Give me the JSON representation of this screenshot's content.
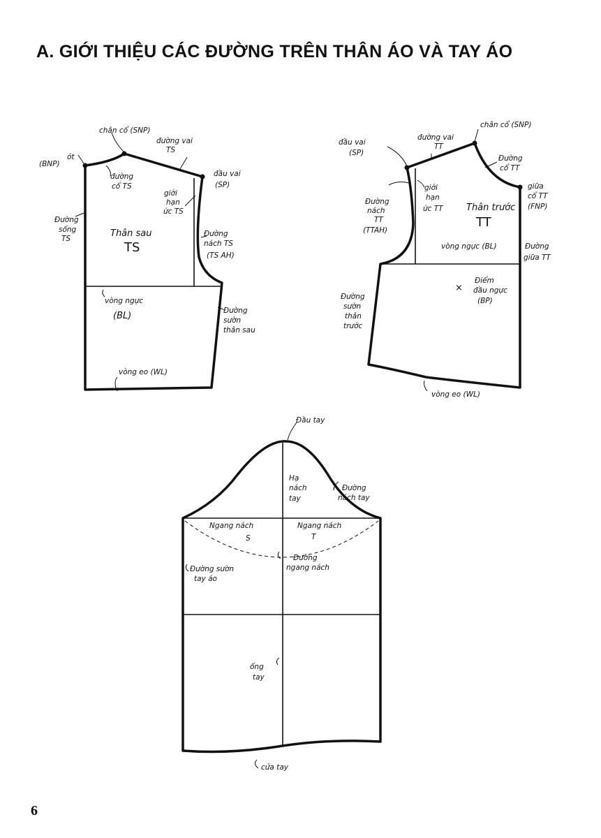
{
  "title": "A. GIỚI THIỆU CÁC ĐƯỜNG TRÊN THÂN ÁO VÀ TAY ÁO",
  "page_number": "6",
  "back_bodice": {
    "snp": "chân cổ (SNP)",
    "bnp_1": "ót",
    "bnp_2": "(BNP)",
    "shoulder_1": "đường vai",
    "shoulder_2": "TS",
    "sp_1": "đầu vai",
    "sp_2": "(SP)",
    "neck_1": "đường",
    "neck_2": "cổ TS",
    "limit_1": "giới",
    "limit_2": "hạn",
    "limit_3": "ức TS",
    "cb_1": "Đường",
    "cb_2": "sống",
    "cb_3": "TS",
    "name_1": "Thân sau",
    "name_2": "TS",
    "ah_1": "Đường",
    "ah_2": "nách TS",
    "ah_3": "(TS AH)",
    "bl_1": "vòng ngực",
    "bl_2": "(BL)",
    "side_1": "Đường",
    "side_2": "sườn",
    "side_3": "thân sau",
    "wl": "vòng eo (WL)"
  },
  "front_bodice": {
    "sp_1": "đầu vai",
    "sp_2": "(SP)",
    "shoulder_1": "đường vai",
    "shoulder_2": "TT",
    "snp": "chân cổ (SNP)",
    "neck_1": "Đường",
    "neck_2": "cổ TT",
    "fnp_1": "giữa",
    "fnp_2": "cổ TT",
    "fnp_3": "(FNP)",
    "limit_1": "giới",
    "limit_2": "hạn",
    "limit_3": "ức TT",
    "ah_1": "Đường",
    "ah_2": "nách",
    "ah_3": "TT",
    "ah_4": "(TTAH)",
    "name_1": "Thân trước",
    "name_2": "TT",
    "bl": "vòng ngực (BL)",
    "cf_1": "Đường",
    "cf_2": "giữa TT",
    "bp_mark": "×",
    "bp_1": "Điểm",
    "bp_2": "đầu ngực",
    "bp_3": "(BP)",
    "side_1": "Đường",
    "side_2": "sườn",
    "side_3": "thân",
    "side_4": "trước",
    "wl": "vòng eo (WL)"
  },
  "sleeve": {
    "cap_top": "Đầu tay",
    "cap_height_1": "Hạ",
    "cap_height_2": "nách",
    "cap_height_3": "tay",
    "armhole_1": "Đường",
    "armhole_2": "nách tay",
    "bicep_back_1": "Ngang nách",
    "bicep_back_2": "S",
    "bicep_front_1": "Ngang nách",
    "bicep_front_2": "T",
    "underarm_1": "Đường sườn",
    "underarm_2": "tay áo",
    "bicep_line_1": "Đường",
    "bicep_line_2": "ngang nách",
    "tube_1": "ống",
    "tube_2": "tay",
    "hem": "cửa tay"
  }
}
